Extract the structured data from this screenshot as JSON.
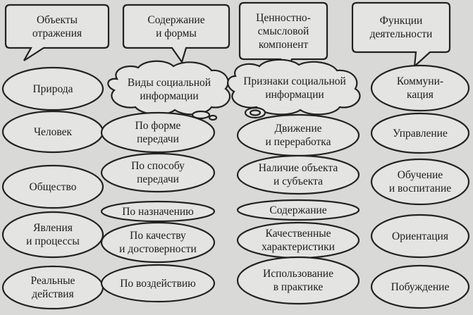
{
  "columns": [
    {
      "header": "Объекты\nотражения",
      "items": [
        "Природа",
        "Человек",
        "Общество",
        "Явления\nи процессы",
        "Реальные\nдействия"
      ]
    },
    {
      "header": "Содержание\nи формы",
      "cloud": "Виды социальной\nинформации",
      "items": [
        "По форме\nпередачи",
        "По способу\nпередачи",
        "По назначению",
        "По качеству\nи достоверности",
        "По воздействию"
      ]
    },
    {
      "header": "Ценностно-\nсмысловой\nкомпонент",
      "cloud": "Признаки социальной\nинформации",
      "items": [
        "Движение\nи переработка",
        "Наличие объекта\nи субъекта",
        "Содержание",
        "Качественные\nхарактеристики",
        "Использование\nв практике"
      ]
    },
    {
      "header": "Функции\nдеятельности",
      "items": [
        "Коммуни-\nкация",
        "Управление",
        "Обучение\nи воспитание",
        "Ориентация",
        "Побуждение"
      ]
    }
  ],
  "colors": {
    "fill": "#e4e4e2",
    "stroke": "#222222",
    "text": "#1c1c1c"
  }
}
